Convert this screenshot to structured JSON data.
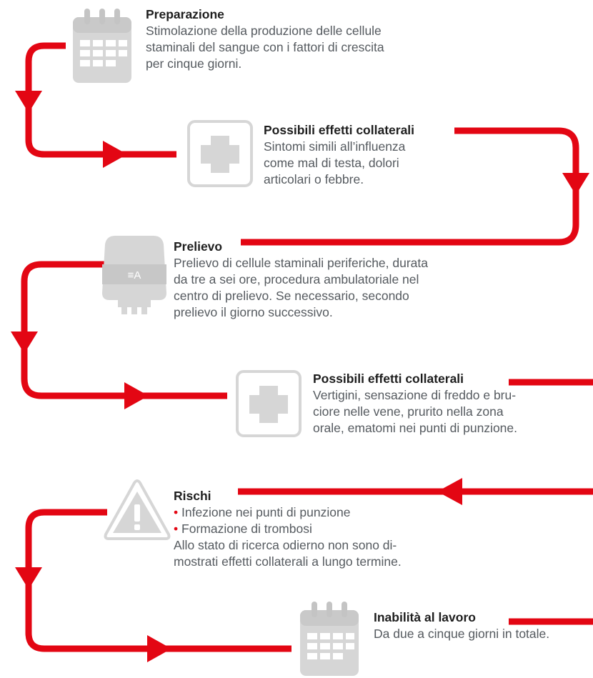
{
  "accent_color": "#e30613",
  "icon_color": "#d6d6d6",
  "steps": [
    {
      "title": "Preparazione",
      "icon": "calendar-icon",
      "body": "Stimolazione della produzione delle cellule\nstaminali del sangue con i fattori di crescita\nper cinque giorni."
    },
    {
      "title": "Possibili effetti collaterali",
      "icon": "medical-cross-icon",
      "body": "Sintomi simili all’influenza\ncome mal di testa, dolori\narticolari o febbre."
    },
    {
      "title": "Prelievo",
      "icon": "blood-bag-icon",
      "icon_text": "≡A",
      "body": "Prelievo di cellule staminali periferiche, durata\nda tre a sei ore, procedura ambulatoriale nel\ncentro di prelievo. Se necessario, secondo\nprelievo il giorno successivo."
    },
    {
      "title": "Possibili effetti collaterali",
      "icon": "medical-cross-icon",
      "body": "Vertigini, sensazione di freddo e bru-\nciore nelle vene, prurito nella zona\norale, ematomi nei punti di punzione."
    },
    {
      "title": "Rischi",
      "icon": "warning-icon",
      "bullets": [
        "Infezione nei punti di punzione",
        "Formazione di trombosi"
      ],
      "body": "Allo stato di ricerca odierno non sono di-\nmostrati effetti collaterali a lungo termine."
    },
    {
      "title": "Inabilità al lavoro",
      "icon": "calendar-icon",
      "body": "Da due a cinque giorni in totale."
    }
  ]
}
